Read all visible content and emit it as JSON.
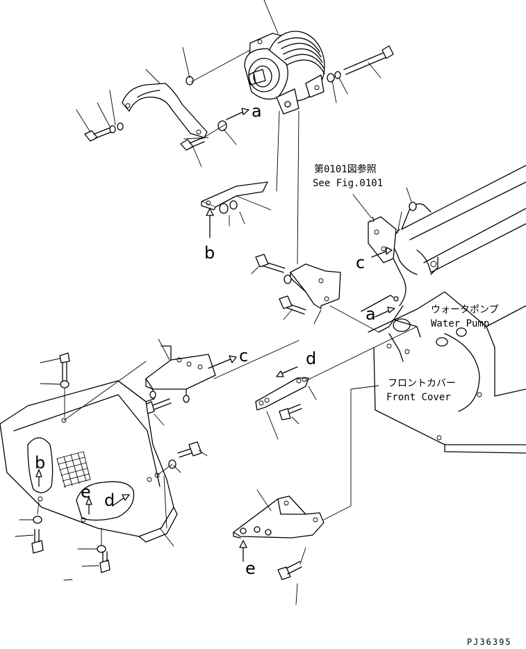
{
  "ref_note": {
    "jp": "第0101図参照",
    "en": "See Fig.0101"
  },
  "water_pump": {
    "jp": "ウォータポンプ",
    "en": "Water Pump"
  },
  "front_cover": {
    "jp": "フロントカバー",
    "en": "Front Cover"
  },
  "arrow_letters": {
    "a": "a",
    "b": "b",
    "c": "c",
    "d": "d",
    "e": "e"
  },
  "drawing_code": "PJ36395"
}
